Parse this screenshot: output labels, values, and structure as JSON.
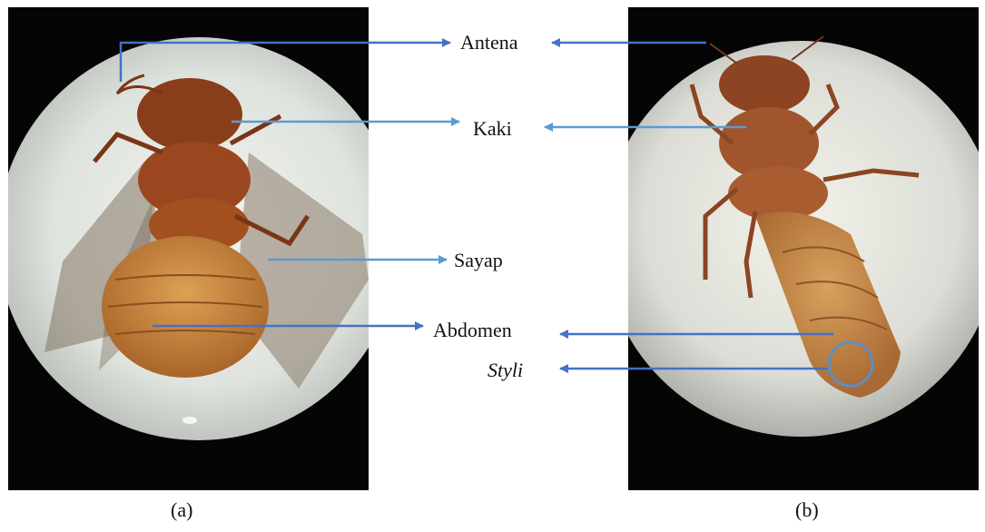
{
  "labels": {
    "antena": "Antena",
    "kaki": "Kaki",
    "sayap": "Sayap",
    "abdomen": "Abdomen",
    "styli": "Styli"
  },
  "captions": {
    "a": "(a)",
    "b": "(b)"
  },
  "colors": {
    "arrow_dark": "#4472c4",
    "arrow_light": "#5b9bd5",
    "styli_circle": "#5b8ec9",
    "panel_background": "#050505"
  }
}
